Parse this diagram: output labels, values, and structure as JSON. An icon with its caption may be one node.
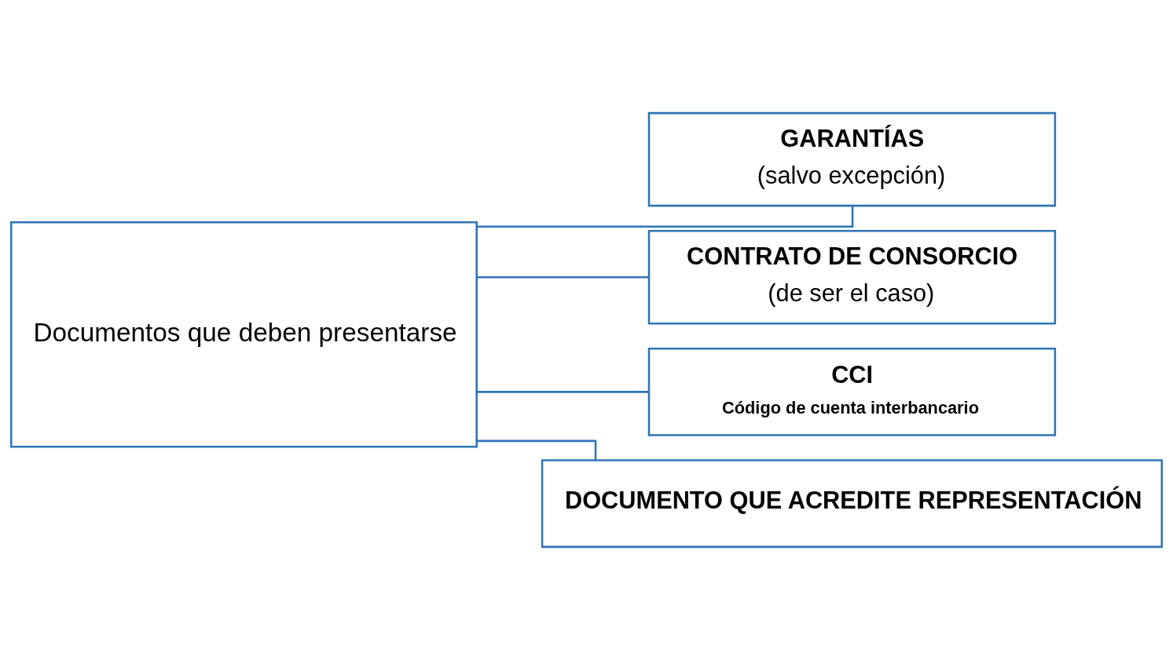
{
  "diagram": {
    "nodes": [
      {
        "text": [
          "Documentos que deben presentarse"
        ]
      },
      {
        "text": [
          "GARANTÍAS",
          "(salvo excepción)"
        ]
      },
      {
        "text": [
          "CONTRATO DE CONSORCIO",
          "(de ser el caso)"
        ]
      },
      {
        "text": [
          "CCI",
          "Código de cuenta interbancario"
        ]
      },
      {
        "text": [
          "DOCUMENTO QUE ACREDITE REPRESENTACIÓN"
        ]
      }
    ],
    "edges": [
      {
        "from": 0,
        "to": 1,
        "arrow": "none"
      },
      {
        "from": 0,
        "to": 2,
        "arrow": "none"
      },
      {
        "from": 0,
        "to": 3,
        "arrow": "none"
      },
      {
        "from": 0,
        "to": 4,
        "arrow": "none"
      }
    ]
  }
}
